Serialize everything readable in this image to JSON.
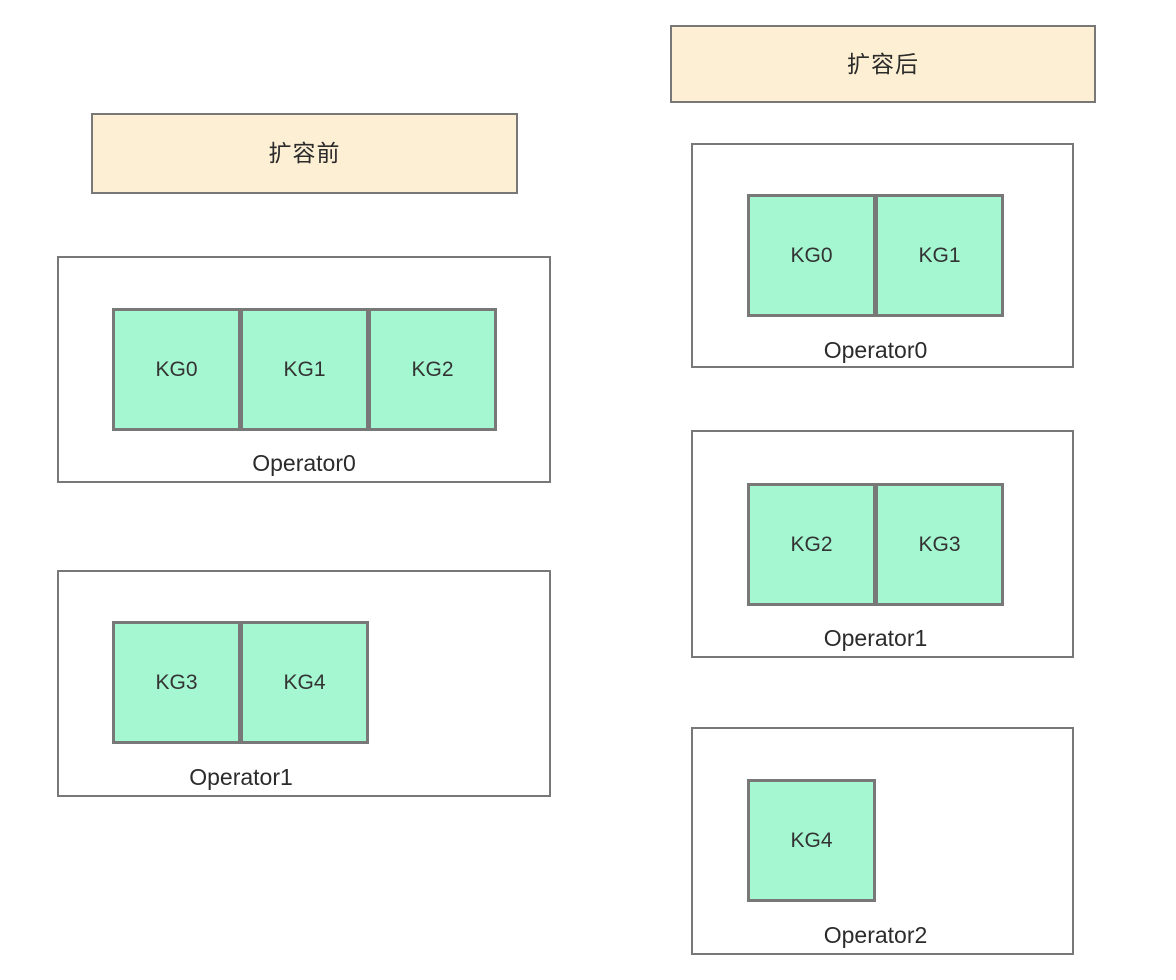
{
  "colors": {
    "background": "#ffffff",
    "title_fill": "#fcefd3",
    "shard_fill": "#a5f7d2",
    "border": "#787878",
    "text": "#2b2b2b"
  },
  "diagram": {
    "type": "before-after-scaling",
    "panels": [
      {
        "id": "before",
        "title": "扩容前",
        "operators": [
          {
            "name": "Operator0",
            "shards": [
              "KG0",
              "KG1",
              "KG2"
            ]
          },
          {
            "name": "Operator1",
            "shards": [
              "KG3",
              "KG4"
            ]
          }
        ]
      },
      {
        "id": "after",
        "title": "扩容后",
        "operators": [
          {
            "name": "Operator0",
            "shards": [
              "KG0",
              "KG1"
            ]
          },
          {
            "name": "Operator1",
            "shards": [
              "KG2",
              "KG3"
            ]
          },
          {
            "name": "Operator2",
            "shards": [
              "KG4"
            ]
          }
        ]
      }
    ]
  }
}
